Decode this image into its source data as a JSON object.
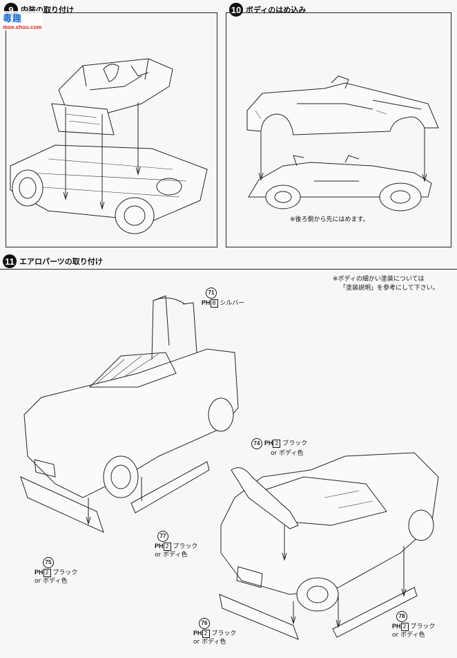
{
  "watermark": {
    "main": "毒趣",
    "url": "moe.shou.com"
  },
  "step9": {
    "number": "9",
    "title": "内装の取り付け"
  },
  "step10": {
    "number": "10",
    "title": "ボディのはめ込み",
    "note": "※後ろ側から先にはめます。"
  },
  "step11": {
    "number": "11",
    "title": "エアロパーツの取り付け",
    "note_lines": [
      "※ボディの細かい塗装については",
      "「塗装説明」を参考にして下さい。"
    ],
    "parts": [
      {
        "id": "71",
        "code": "PH",
        "box": "8",
        "color": "シルバー"
      },
      {
        "id": "74",
        "code": "PH",
        "box": "2",
        "color": "ブラック",
        "alt": "or ボディ色"
      },
      {
        "id": "75",
        "code": "PH",
        "box": "2",
        "color": "ブラック",
        "alt": "or ボディ色"
      },
      {
        "id": "77",
        "code": "PH",
        "box": "2",
        "color": "ブラック",
        "alt": "or ボディ色"
      },
      {
        "id": "76",
        "code": "PH",
        "box": "2",
        "color": "ブラック",
        "alt": "or ボディ色"
      },
      {
        "id": "78",
        "code": "PH",
        "box": "2",
        "color": "ブラック",
        "alt": "or ボディ色"
      }
    ]
  }
}
